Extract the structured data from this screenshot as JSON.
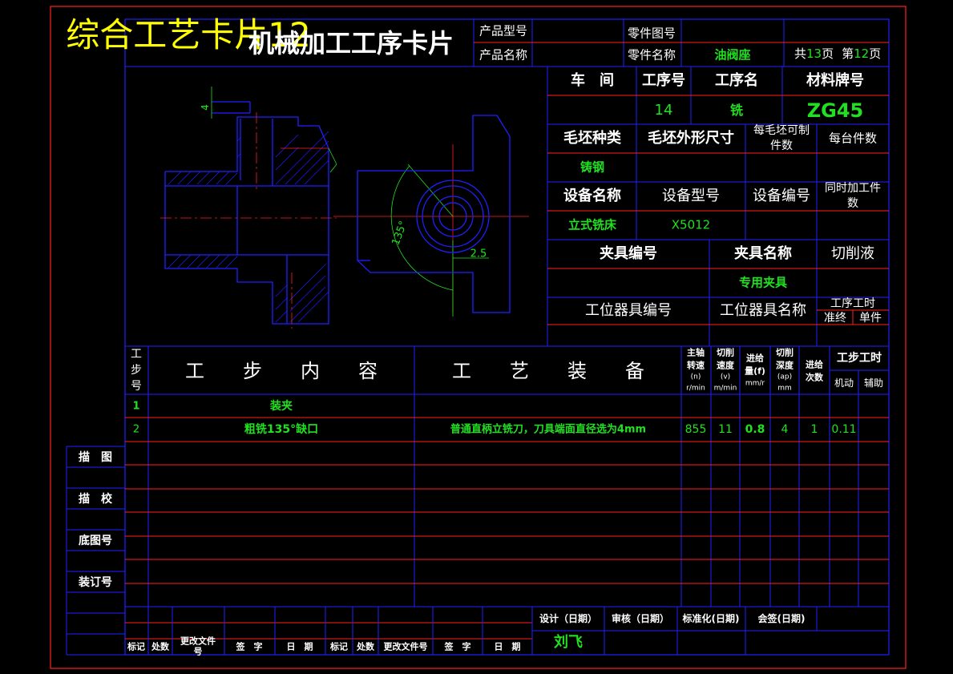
{
  "banner": "综合工艺卡片12",
  "header": {
    "card_title": "机械加工工序卡片",
    "product_model_label": "产品型号",
    "product_name_label": "产品名称",
    "part_drawing_no_label": "零件图号",
    "part_name_label": "零件名称",
    "part_name": "油阀座",
    "total_pages_prefix": "共",
    "total_pages": "13",
    "page_unit": "页",
    "page_prefix": "第",
    "page_no": "12",
    "page_unit2": "页"
  },
  "info": {
    "workshop_label": "车　间",
    "process_no_label": "工序号",
    "process_name_label": "工序名",
    "material_label": "材料牌号",
    "process_no": "14",
    "process_name": "铣",
    "material": "ZG45",
    "blank_type_label": "毛坯种类",
    "blank_size_label": "毛坯外形尺寸",
    "blank_count_label_1": "每毛坯可制",
    "blank_count_label_2": "件数",
    "per_unit_label": "每台件数",
    "blank_type": "铸钢",
    "equip_name_label": "设备名称",
    "equip_model_label": "设备型号",
    "equip_no_label": "设备编号",
    "simul_label_1": "同时加工件",
    "simul_label_2": "数",
    "equip_name": "立式铣床",
    "equip_model": "X5012",
    "fixture_no_label": "夹具编号",
    "fixture_name_label": "夹具名称",
    "coolant_label": "切削液",
    "fixture_name": "专用夹具",
    "station_tool_no_label": "工位器具编号",
    "station_tool_name_label": "工位器具名称",
    "time_label": "工序工时",
    "time_prep_label": "准终",
    "time_unit_label": "单件"
  },
  "drawing": {
    "dim_angle": "135°",
    "dim_small": "2.5",
    "dim_four": "4"
  },
  "steps_header": {
    "step_no_chars": [
      "工",
      "步",
      "号"
    ],
    "content": "工　　步　　内　　容",
    "equipment": "工　　艺　　装　　备",
    "spindle_1": "主轴",
    "spindle_2": "转速",
    "spindle_3": "(n)",
    "spindle_4": "r/min",
    "speed_1": "切削",
    "speed_2": "速度",
    "speed_3": "(v)",
    "speed_4": "m/min",
    "feed_1": "进给",
    "feed_2": "量(f)",
    "feed_3": "mm/r",
    "depth_1": "切削",
    "depth_2": "深度",
    "depth_3": "(ap)",
    "depth_4": "mm",
    "passes_1": "进给",
    "passes_2": "次数",
    "step_time": "工步工时",
    "machine": "机动",
    "aux": "辅助"
  },
  "steps": [
    {
      "no": "1",
      "content": "装夹",
      "equipment": "",
      "n": "",
      "v": "",
      "f": "",
      "ap": "",
      "passes": "",
      "machine": "",
      "aux": ""
    },
    {
      "no": "2",
      "content": "粗铣135°缺口",
      "equipment": "普通直柄立铣刀，刀具端面直径选为4mm",
      "n": "855",
      "v": "11",
      "f": "0.8",
      "ap": "4",
      "passes": "1",
      "machine": "0.11",
      "aux": ""
    }
  ],
  "side": {
    "draw": "描　图",
    "check": "描　校",
    "base_no": "底图号",
    "bind_no": "装订号"
  },
  "footer": {
    "design": "设计（日期）",
    "review": "审核（日期）",
    "standard": "标准化(日期)",
    "countersign": "会签(日期)",
    "designer": "刘飞",
    "mark": "标记",
    "count": "处数",
    "change_doc_1": "更改文件",
    "change_doc_2": "号",
    "sign": "签　字",
    "date": "日　期",
    "mark2": "标记",
    "count2": "处数",
    "change_doc": "更改文件号",
    "sign2": "签　字",
    "date2": "日　期"
  },
  "colors": {
    "grid_blue": "#2020ff",
    "border_red": "#ff2020",
    "accent_green": "#21e021",
    "banner_yellow": "#ffff00"
  }
}
